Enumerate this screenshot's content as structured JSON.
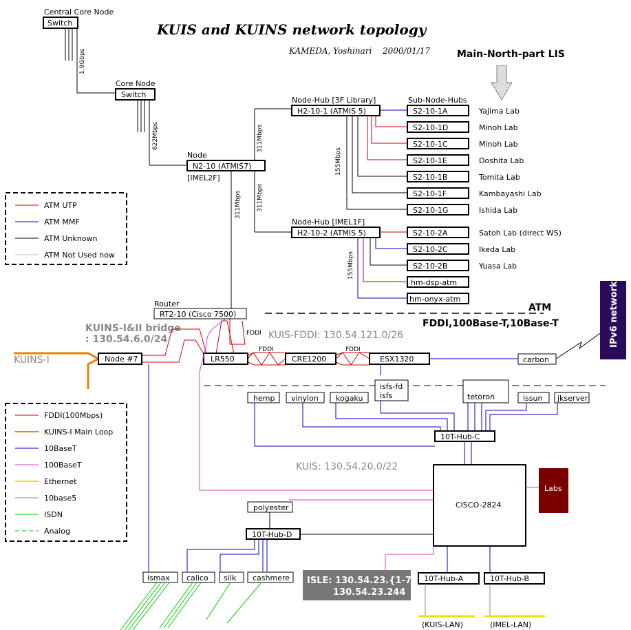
{
  "title": "KUIS and KUINS network topology",
  "author": "KAMEDA, Yoshinari",
  "date": "2000/01/17",
  "main_north": "Main-North-part LIS",
  "central_core": {
    "label": "Central Core Node",
    "switch": "Switch",
    "speed": "1.9Gbps"
  },
  "core": {
    "label": "Core Node",
    "switch": "Switch",
    "speed": "622Mbps"
  },
  "node": {
    "label": "Node",
    "name": "N2-10 (ATMIS7)",
    "loc": "[IMEL2F]"
  },
  "speeds": {
    "s311a": "311Mbps",
    "s311b": "311Mbps",
    "s311c": "311Mbps",
    "s155a": "155Mbps",
    "s155b": "155Mbps"
  },
  "hub1": {
    "label": "Node-Hub  [3F Library]",
    "name": "H2-10-1 (ATMIS 5)",
    "sub_label": "Sub-Node-Hubs"
  },
  "hub1_subs": [
    {
      "name": "S2-10-1A",
      "lab": "Yajima Lab"
    },
    {
      "name": "S2-10-1D",
      "lab": "Minoh Lab"
    },
    {
      "name": "S2-10-1C",
      "lab": "Minoh Lab"
    },
    {
      "name": "S2-10-1E",
      "lab": "Doshita Lab"
    },
    {
      "name": "S2-10-1B",
      "lab": "Tomita Lab"
    },
    {
      "name": "S2-10-1F",
      "lab": "Kambayashi Lab"
    },
    {
      "name": "S2-10-1G",
      "lab": "Ishida Lab"
    }
  ],
  "hub2": {
    "label": "Node-Hub   [IMEL1F]",
    "name": "H2-10-2 (ATMIS 5)"
  },
  "hub2_subs": [
    {
      "name": "S2-10-2A",
      "lab": "Satoh Lab  (direct WS)"
    },
    {
      "name": "S2-10-2C",
      "lab": "Ikeda Lab"
    },
    {
      "name": "S2-10-2B",
      "lab": "Yuasa Lab"
    },
    {
      "name": "hm-dsp-atm",
      "lab": ""
    },
    {
      "name": "hm-onyx-atm",
      "lab": ""
    }
  ],
  "legend1": [
    {
      "label": "ATM UTP",
      "color": "#d00000"
    },
    {
      "label": "ATM MMF",
      "color": "#0000c0"
    },
    {
      "label": "ATM Unknown",
      "color": "#000000"
    },
    {
      "label": "ATM Not Used now",
      "color": "#c0c0c0"
    }
  ],
  "router": {
    "label": "Router",
    "name": "RT2-10 (Cisco 7500)"
  },
  "atm_label": "ATM",
  "fddi_label": "FDDI,100Base-T,10Base-T",
  "ipv6": "IPv6 network",
  "bridge": {
    "line1": "KUINS-I&II bridge",
    "line2": ": 130.54.6.0/24"
  },
  "kuis_fddi": "KUIS-FDDI: 130.54.121.0/26",
  "kuins_i": "KUINS-I",
  "fddi_tag": "FDDI",
  "ring_nodes": [
    "Node #7",
    "LR550",
    "CRE1200",
    "ESX1320"
  ],
  "carbon": "carbon",
  "legend2": [
    {
      "label": "FDDI(100Mbps)",
      "color": "#d00000"
    },
    {
      "label": "KUINS-I Main Loop",
      "color": "#f08000"
    },
    {
      "label": "10BaseT",
      "color": "#0000c0"
    },
    {
      "label": "100BaseT",
      "color": "#d040d0"
    },
    {
      "label": "Ethernet",
      "color": "#f0e000"
    },
    {
      "label": "10base5",
      "color": "#888888"
    },
    {
      "label": "ISDN",
      "color": "#00d000"
    },
    {
      "label": "Analog",
      "color": "#00d000"
    }
  ],
  "hosts_top": [
    "hemp",
    "vinylon",
    "kogaku",
    "isfs-fd",
    "isfs",
    "tetoron",
    "issun",
    "jkserver"
  ],
  "hub_c": "10T-Hub-C",
  "kuis_net": "KUIS: 130.54.20.0/22",
  "cisco": "CISCO-2824",
  "labs": "Labs",
  "polyester": "polyester",
  "hub_d": "10T-Hub-D",
  "hosts_bottom": [
    "ismax",
    "calico",
    "silk",
    "cashmere"
  ],
  "isle": {
    "line1": "ISLE: 130.54.23.{1-7},",
    "line2": "130.54.23.244"
  },
  "hub_a": "10T-Hub-A",
  "hub_b": "10T-Hub-B",
  "lan_a": "(KUIS-LAN)",
  "lan_b": "(IMEL-LAN)"
}
